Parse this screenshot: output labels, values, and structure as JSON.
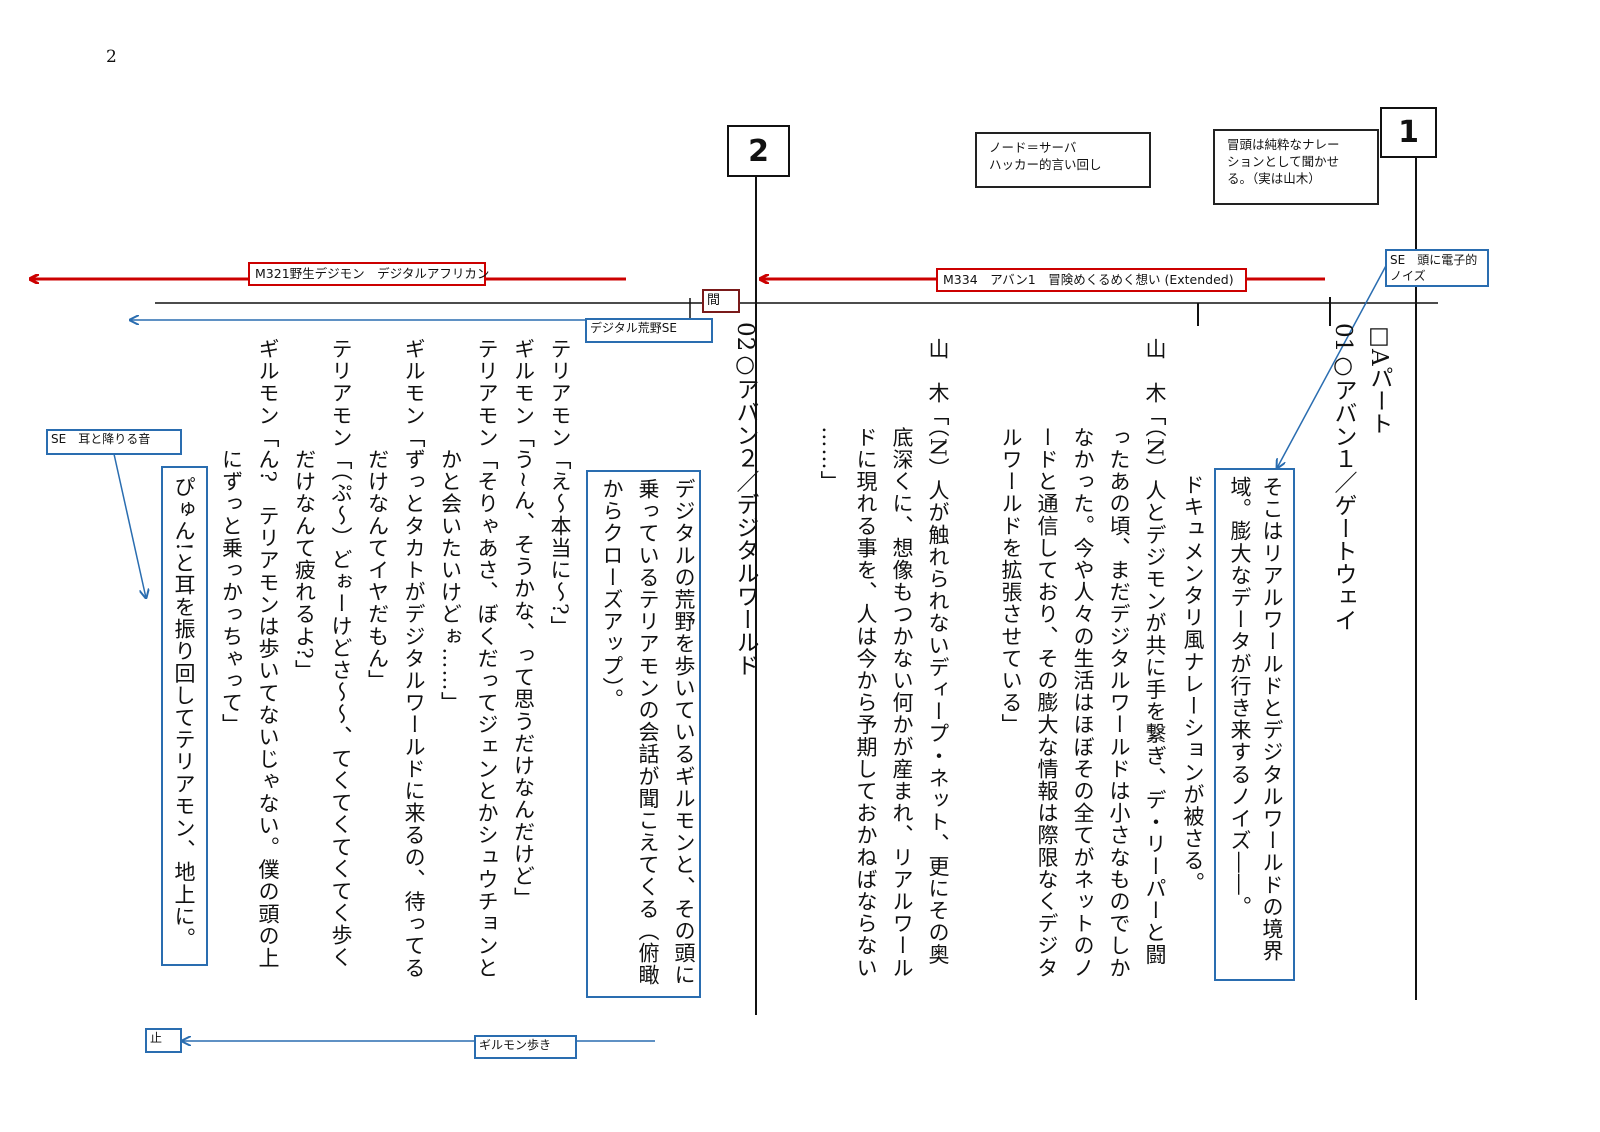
{
  "page_number": "2",
  "cues": {
    "cue1": "1",
    "cue2": "2",
    "note_node": "ノード＝サーバ\nハッカー的言い回し",
    "note_intro": "冒頭は純粋なナレー\nションとして聞かせ\nる。（実は山木）",
    "m334": "M334　アバン1　冒険めくるめく想い (Extended)",
    "m321": "M321野生デジモン　デジタルアフリカン",
    "ma": "間",
    "se_head": "SE　頭に電子的\nノイズ",
    "se_wild": "デジタル荒野SE",
    "se_ear": "SE　耳と降りる音",
    "stop": "止",
    "gilmon_walk": "ギルモン歩き"
  },
  "scene1": {
    "part": "□Aパート",
    "heading": "01○アバン１／ゲートウェイ",
    "box_text": "そこはリアルワールドとデジタルワールドの境界\n域。膨大なデータが行き来するノイズ――。",
    "direction": "ドキュメンタリ風ナレーションが被さる。",
    "yamaki1": "山　木「（N）人とデジモンが共に手を繋ぎ、デ・リーパーと闘\n　　　　ったあの頃、まだデジタルワールドは小さなものでしか\n　　　　なかった。今や人々の生活はほぼその全てがネットのノ\n　　　　ードと通信しており、その膨大な情報は際限なくデジタ\n　　　　ルワールドを拡張させている」",
    "yamaki2": "山　木「（N）人が触れられないディープ・ネット、更にその奥\n　　　　底深くに、想像もつかない何かが産まれ、リアルワール\n　　　　ドに現れる事を、人は今から予期しておかねばならない\n　　　　……」"
  },
  "scene2": {
    "heading": "02○アバン２／デジタルワールド",
    "box_text": "デジタルの荒野を歩いているギルモンと、その頭に\n乗っているテリアモンの会話が聞こえてくる（俯瞰\nからクローズアップ）。",
    "dialogue": "テリアモン「え～本当に～?」\nギルモン「う~ん、そうかな、って思うだけなんだけど」\nテリアモン「そりゃあさ、ぼくだってジェンとかシュウチョンと\n　　　　　かと会いたいけどぉ……」\nギルモン「ずっとタカトがデジタルワールドに来るの、待ってる\n　　　　　だけなんてイヤだもん」\nテリアモン「（ぷ～）どぉーけどさ～～、てくてくてくてく歩く\n　　　　　だけなんて疲れるよ?」\nギルモン「ん?　テリアモンは歩いてないじゃない。僕の頭の上\n　　　　　にずっと乗っかっちゃって」",
    "box2_text": "ぴゅん!と耳を振り回してテリアモン、地上に。"
  }
}
